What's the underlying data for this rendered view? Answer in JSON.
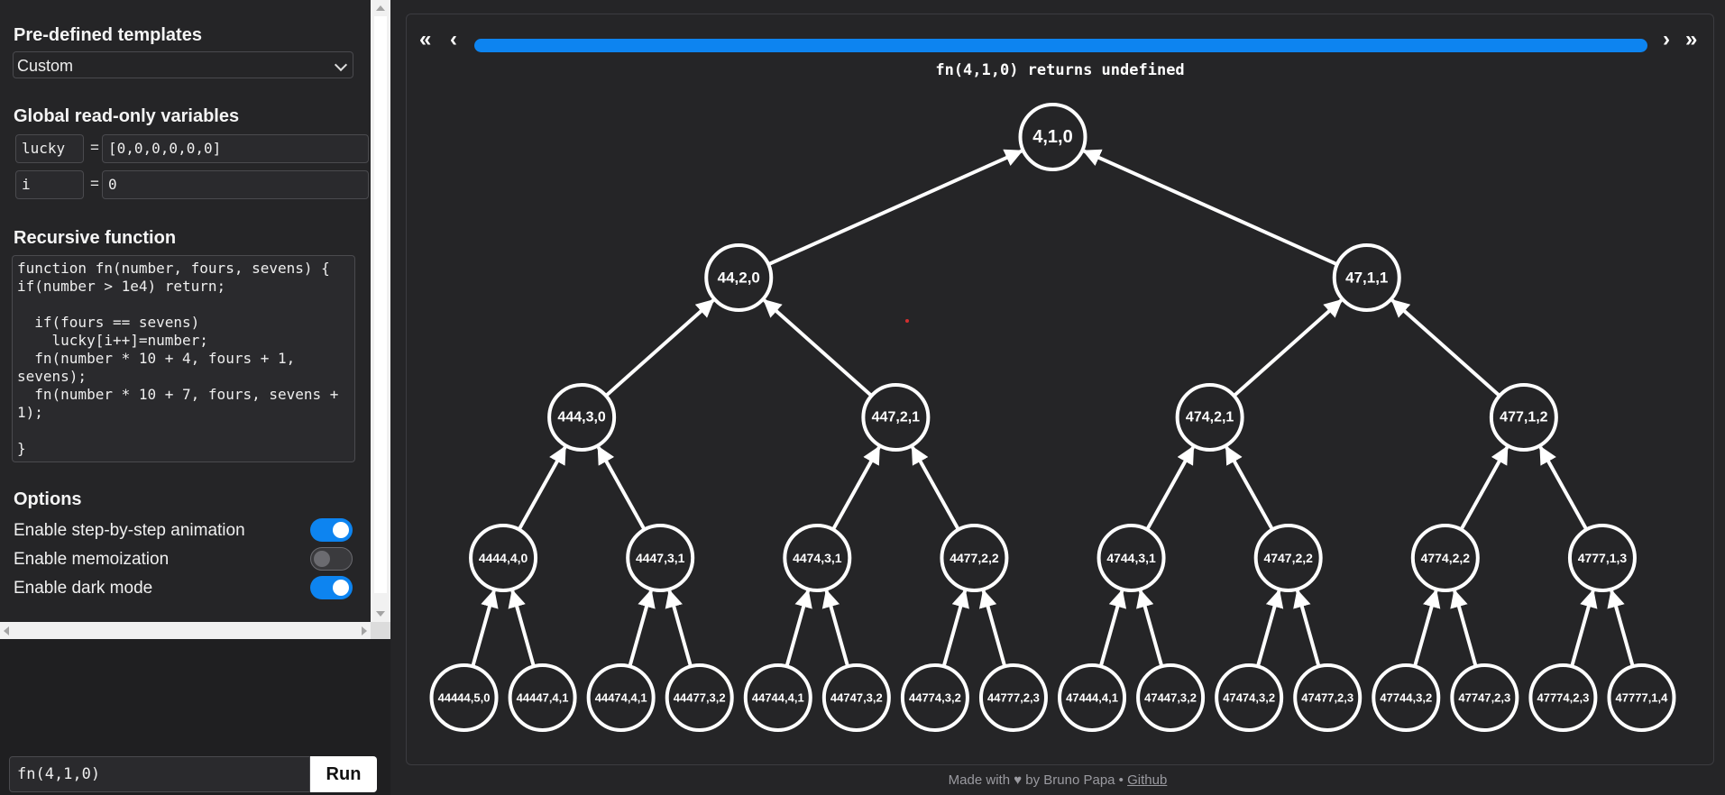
{
  "sidebar": {
    "templates_title": "Pre-defined templates",
    "template_selected": "Custom",
    "globals_title": "Global read-only variables",
    "variables": [
      {
        "name": "lucky",
        "value": "[0,0,0,0,0,0]"
      },
      {
        "name": "i",
        "value": "0"
      }
    ],
    "function_title": "Recursive function",
    "function_code": "function fn(number, fours, sevens) {\nif(number > 1e4) return;\n\n  if(fours == sevens)\n    lucky[i++]=number;\n  fn(number * 10 + 4, fours + 1,\nsevens);\n  fn(number * 10 + 7, fours, sevens +\n1);\n\n}",
    "options_title": "Options",
    "options": [
      {
        "label": "Enable step-by-step animation",
        "enabled": true
      },
      {
        "label": "Enable memoization",
        "enabled": false
      },
      {
        "label": "Enable dark mode",
        "enabled": true
      }
    ],
    "call_value": "fn(4,1,0)",
    "run_label": "Run"
  },
  "viz": {
    "nav_first": "«",
    "nav_prev": "‹",
    "nav_next": "›",
    "nav_last": "»",
    "progress_fraction": 1.0,
    "status": "fn(4,1,0) returns undefined",
    "colors": {
      "accent": "#0d84f0",
      "node_stroke": "#ffffff",
      "marker": "#d32f2f"
    },
    "tree": [
      [
        "4,1,0"
      ],
      [
        "44,2,0",
        "47,1,1"
      ],
      [
        "444,3,0",
        "447,2,1",
        "474,2,1",
        "477,1,2"
      ],
      [
        "4444,4,0",
        "4447,3,1",
        "4474,3,1",
        "4477,2,2",
        "4744,3,1",
        "4747,2,2",
        "4774,2,2",
        "4777,1,3"
      ],
      [
        "44444,5,0",
        "44447,4,1",
        "44474,4,1",
        "44477,3,2",
        "44744,4,1",
        "44747,3,2",
        "44774,3,2",
        "44777,2,3",
        "47444,4,1",
        "47447,3,2",
        "47474,3,2",
        "47477,2,3",
        "47744,3,2",
        "47747,2,3",
        "47774,2,3",
        "47777,1,4"
      ]
    ]
  },
  "footer": {
    "made_with": "Made with ♥ by Bruno Papa •",
    "github": "Github"
  }
}
